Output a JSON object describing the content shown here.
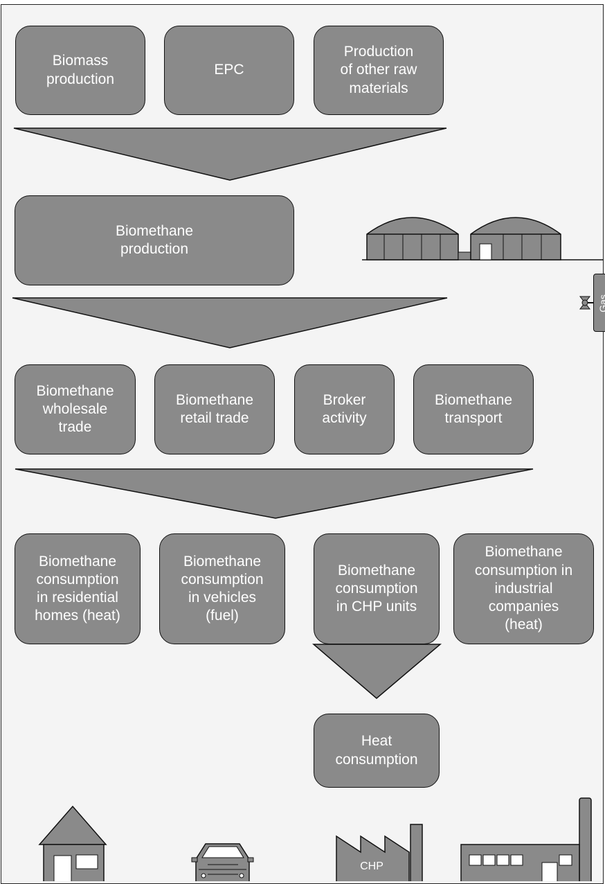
{
  "stage1": {
    "biomass": "Biomass\nproduction",
    "epc": "EPC",
    "other_raw": "Production\nof other raw\nmaterials"
  },
  "stage2": {
    "production": "Biomethane\nproduction"
  },
  "stage3": {
    "wholesale": "Biomethane\nwholesale\ntrade",
    "retail": "Biomethane\nretail trade",
    "broker": "Broker\nactivity",
    "transport": "Biomethane\ntransport"
  },
  "stage4": {
    "residential": "Biomethane\nconsumption\nin residential\nhomes (heat)",
    "vehicles": "Biomethane\nconsumption\nin vehicles\n(fuel)",
    "chp": "Biomethane\nconsumption\nin CHP units",
    "industrial": "Biomethane\nconsumption in\nindustrial\ncompanies\n(heat)"
  },
  "stage5": {
    "heat": "Heat\nconsumption"
  },
  "icons": {
    "gas_label": "Gas",
    "chp_label": "CHP",
    "names": [
      "biogas-plant-icon",
      "gas-valve-icon",
      "house-icon",
      "car-icon",
      "chp-factory-icon",
      "industrial-factory-icon"
    ]
  },
  "colors": {
    "box_fill": "#8a8a8a",
    "background": "#f4f4f4",
    "text": "#ffffff"
  }
}
